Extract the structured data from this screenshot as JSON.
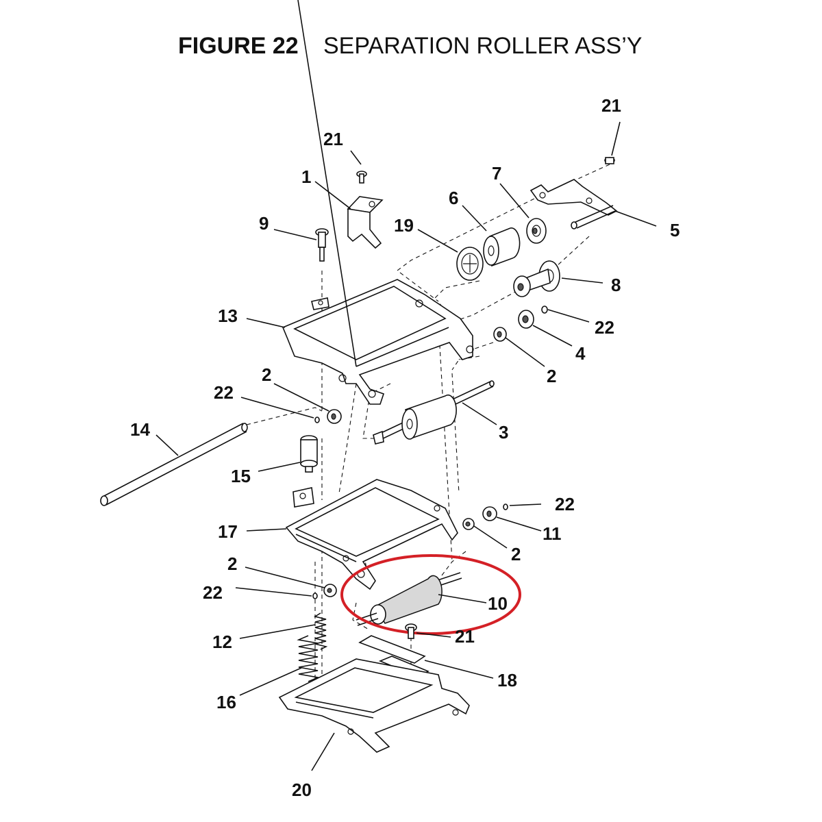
{
  "figure": {
    "number_label": "FIGURE 22",
    "title": "SEPARATION ROLLER ASS’Y"
  },
  "callouts": {
    "c1": "1",
    "c2a": "2",
    "c2b": "2",
    "c2c": "2",
    "c2d": "2",
    "c3": "3",
    "c4": "4",
    "c5": "5",
    "c6": "6",
    "c7": "7",
    "c8": "8",
    "c9": "9",
    "c10": "10",
    "c11": "11",
    "c12": "12",
    "c13": "13",
    "c14": "14",
    "c15": "15",
    "c16": "16",
    "c17": "17",
    "c18": "18",
    "c19": "19",
    "c20": "20",
    "c21a": "21",
    "c21b": "21",
    "c21c": "21",
    "c22a": "22",
    "c22b": "22",
    "c22c": "22",
    "c22d": "22"
  },
  "highlight": {
    "target_part": "10",
    "color": "#d42026"
  }
}
